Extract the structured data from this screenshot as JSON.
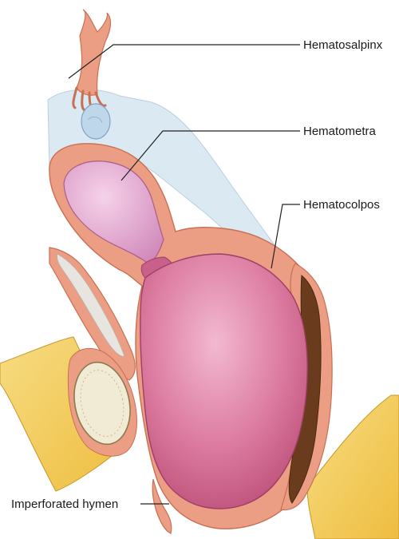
{
  "labels": {
    "hematosalpinx": "Hematosalpinx",
    "hematometra": "Hematometra",
    "hematocolpos": "Hematocolpos",
    "imperforated_hymen": "Imperforated hymen"
  },
  "colors": {
    "background": "#ffffff",
    "peritoneum": "#dbe9f3",
    "tissue": "#ec9e84",
    "uterus_cavity": "#d68fbd",
    "vagina_distended": "#c9547d",
    "bladder": "#e8e4df",
    "rectum_dark": "#6b3b1d",
    "fat": "#f3cd5e",
    "bone": "#f1ead5",
    "ovary": "#bfd7ea"
  }
}
